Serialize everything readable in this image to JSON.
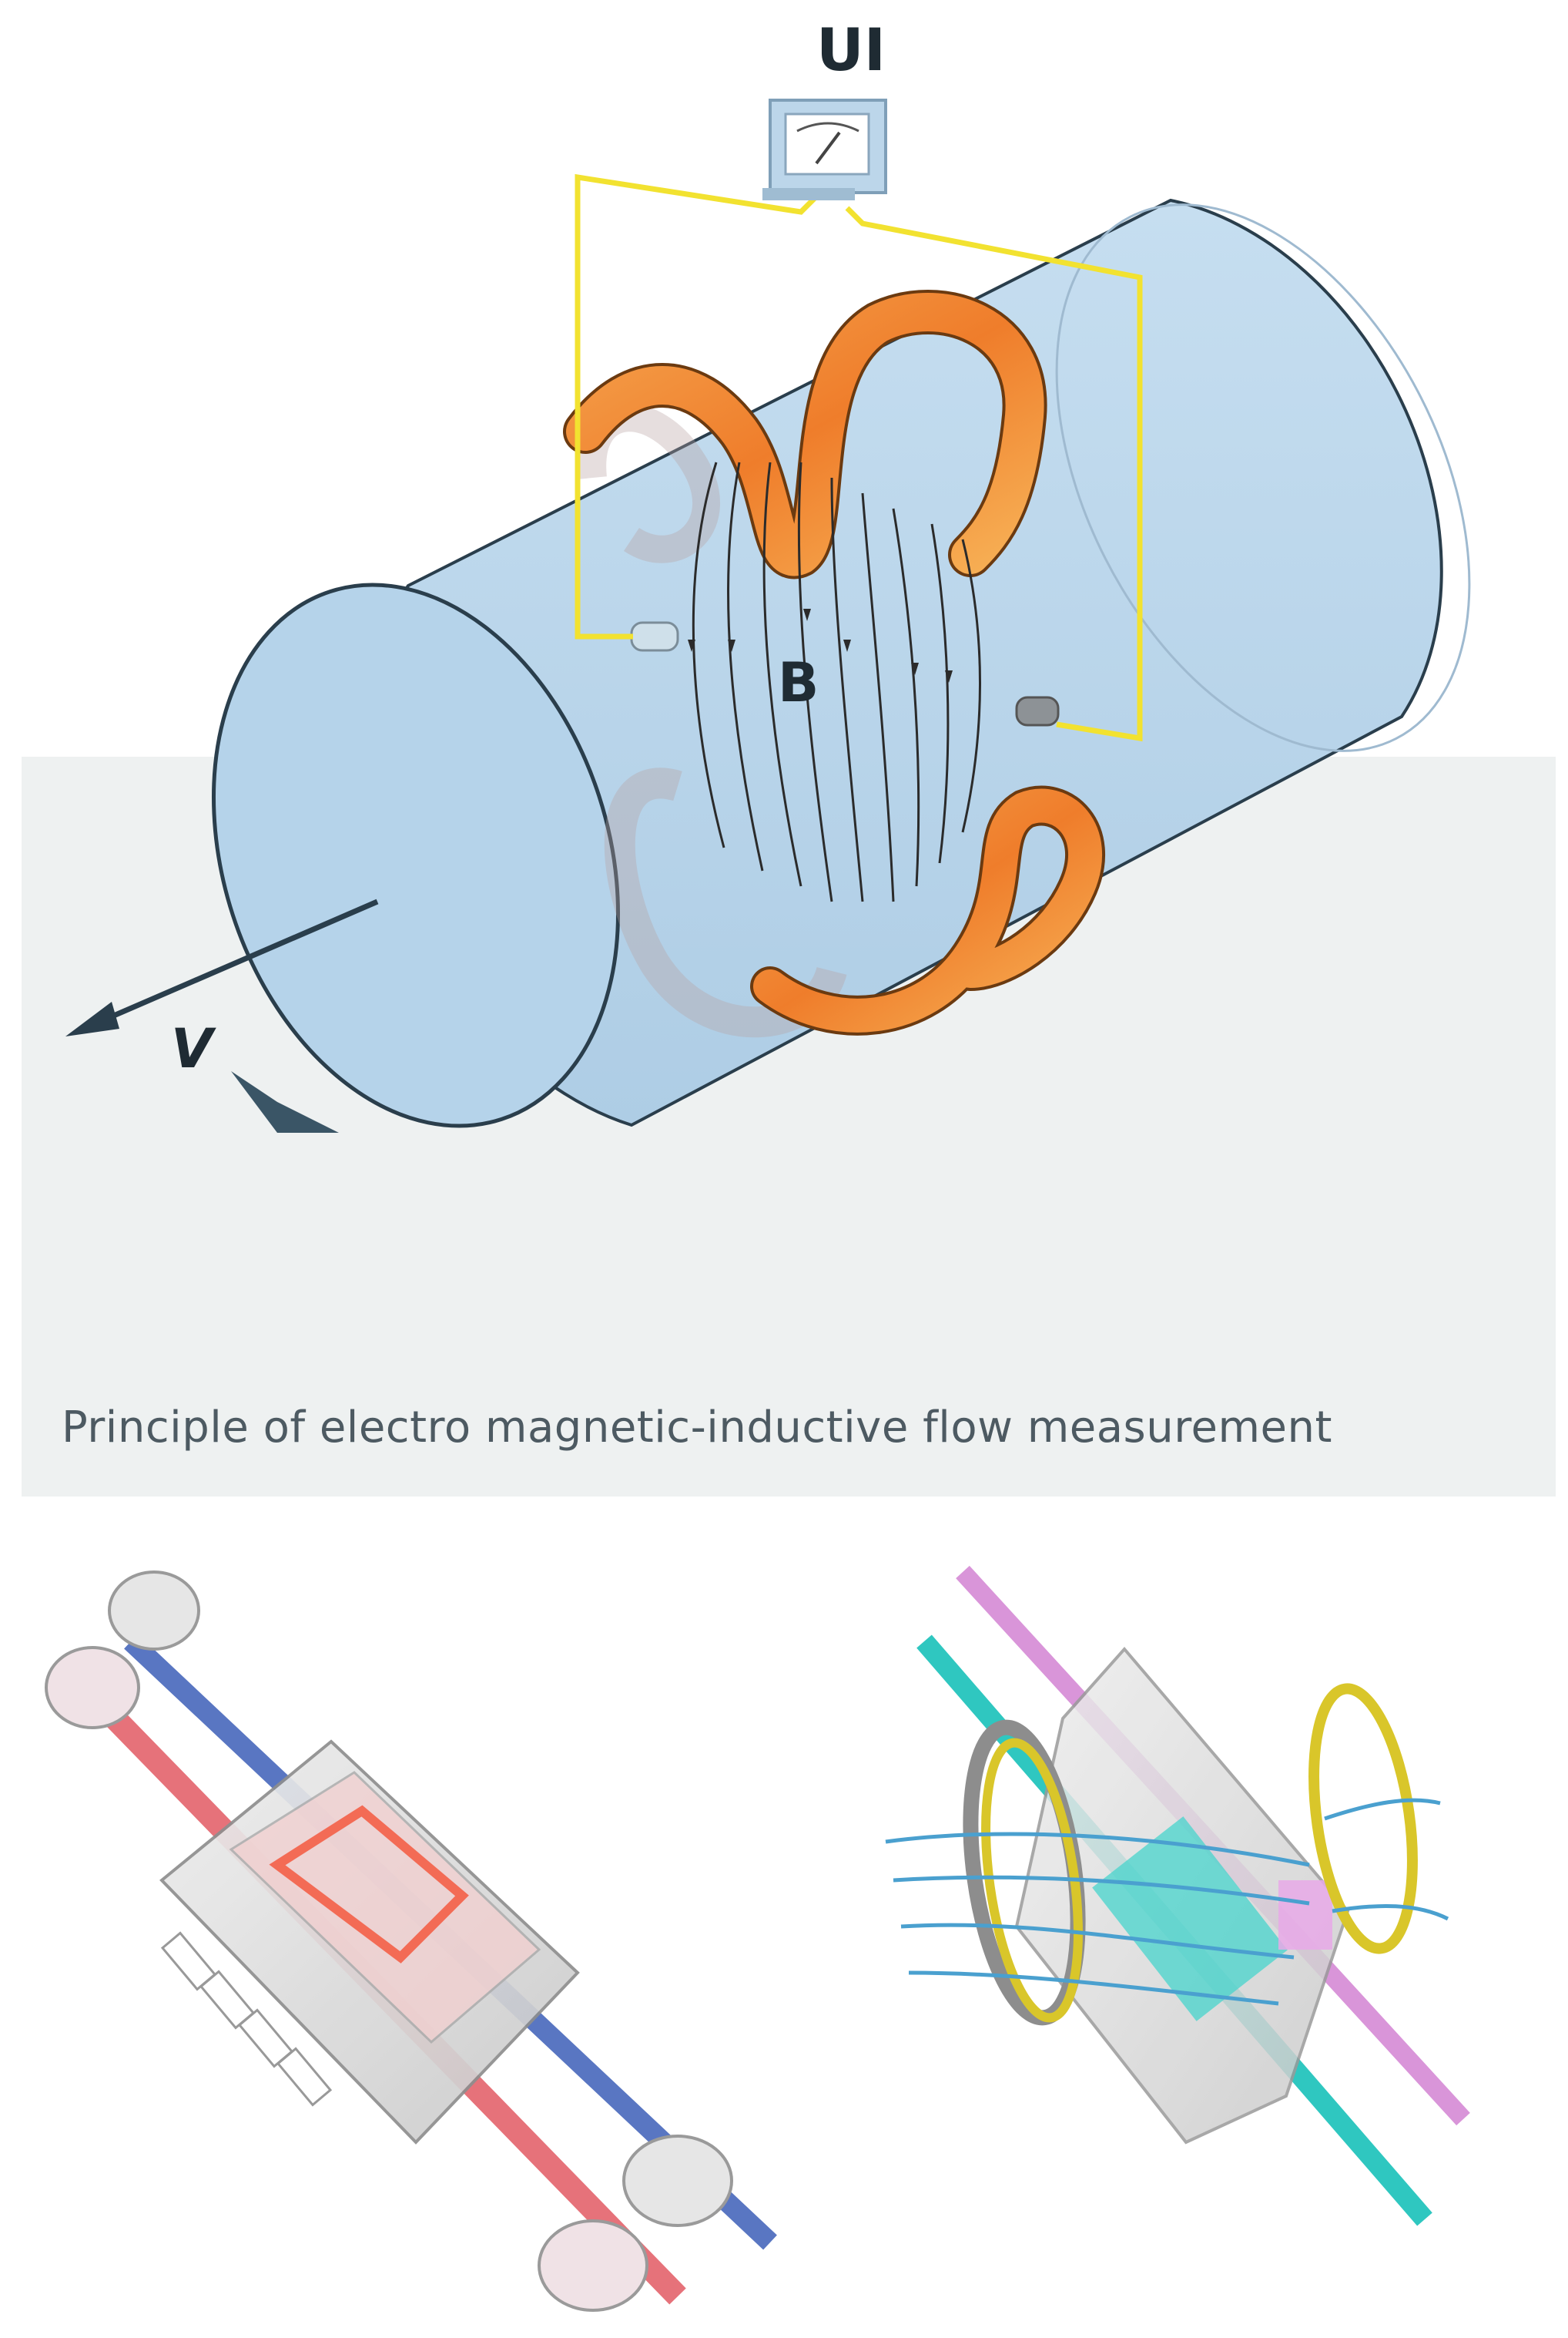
{
  "labels": {
    "meter": "UI",
    "magnetic_field": "B",
    "velocity": "V",
    "caption": "Principle of electro magnetic-inductive flow measurement"
  },
  "colors": {
    "pipe_fill": "#b9d7ec",
    "pipe_stroke": "#2a3e4c",
    "coil": "#f08a36",
    "wire": "#f2e230",
    "panel_bg": "#eef1f1",
    "field_lines": "#2b2b2b",
    "channel_red": "#e0505a",
    "channel_blue": "#3d5fb8",
    "channel_cyan": "#2fc7c0",
    "channel_pink": "#d995d9",
    "ring_yellow": "#d9c62a",
    "field_blue": "#4aa0cf"
  },
  "icons": [
    "meter-icon",
    "electrode-icon",
    "coil-icon",
    "velocity-arrow-icon"
  ]
}
